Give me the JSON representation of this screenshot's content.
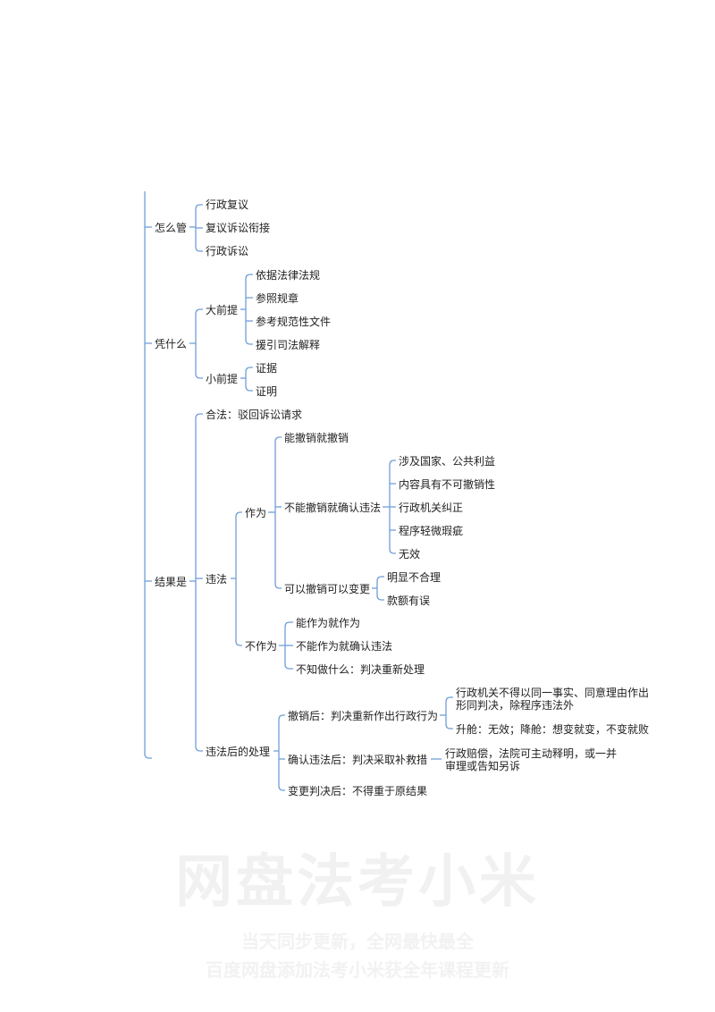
{
  "mindmap": {
    "children": [
      {
        "label": "怎么管",
        "children": [
          {
            "label": "行政复议"
          },
          {
            "label": "复议诉讼衔接"
          },
          {
            "label": "行政诉讼"
          }
        ]
      },
      {
        "label": "凭什么",
        "children": [
          {
            "label": "大前提",
            "children": [
              {
                "label": "依据法律法规"
              },
              {
                "label": "参照规章"
              },
              {
                "label": "参考规范性文件"
              },
              {
                "label": "援引司法解释"
              }
            ]
          },
          {
            "label": "小前提",
            "children": [
              {
                "label": "证据"
              },
              {
                "label": "证明"
              }
            ]
          }
        ]
      },
      {
        "label": "结果是",
        "children": [
          {
            "label": "合法：驳回诉讼请求"
          },
          {
            "label": "违法",
            "children": [
              {
                "label": "作为",
                "children": [
                  {
                    "label": "能撤销就撤销"
                  },
                  {
                    "label": "不能撤销就确认违法",
                    "children": [
                      {
                        "label": "涉及国家、公共利益"
                      },
                      {
                        "label": "内容具有不可撤销性"
                      },
                      {
                        "label": "行政机关纠正"
                      },
                      {
                        "label": "程序轻微瑕疵"
                      },
                      {
                        "label": "无效"
                      }
                    ]
                  },
                  {
                    "label": "可以撤销可以变更",
                    "children": [
                      {
                        "label": "明显不合理"
                      },
                      {
                        "label": "款额有误"
                      }
                    ]
                  }
                ]
              },
              {
                "label": "不作为",
                "children": [
                  {
                    "label": "能作为就作为"
                  },
                  {
                    "label": "不能作为就确认违法"
                  },
                  {
                    "label": "不知做什么：判决重新处理"
                  }
                ]
              }
            ]
          },
          {
            "label": "违法后的处理",
            "children": [
              {
                "label": "撤销后：判决重新作出行政行为",
                "children": [
                  {
                    "label": "行政机关不得以同一事实、同意理由作出形同判决，除程序违法外"
                  },
                  {
                    "label": "升舱：无效；降舱：想变就变，不变就败"
                  }
                ]
              },
              {
                "label": "确认违法后：判决采取补救措",
                "children": [
                  {
                    "label": "行政赔偿，法院可主动释明，或一并审理或告知另诉"
                  }
                ]
              },
              {
                "label": "变更判决后：不得重于原结果"
              }
            ]
          }
        ]
      }
    ]
  },
  "watermark": {
    "title": "网盘法考小米",
    "line1": "当天同步更新，全网最快最全",
    "line2": "百度网盘添加法考小米获全年课程更新"
  },
  "colors": {
    "connector": "#6f9fd8",
    "text": "#222222",
    "watermark": "#f1f1f1"
  }
}
